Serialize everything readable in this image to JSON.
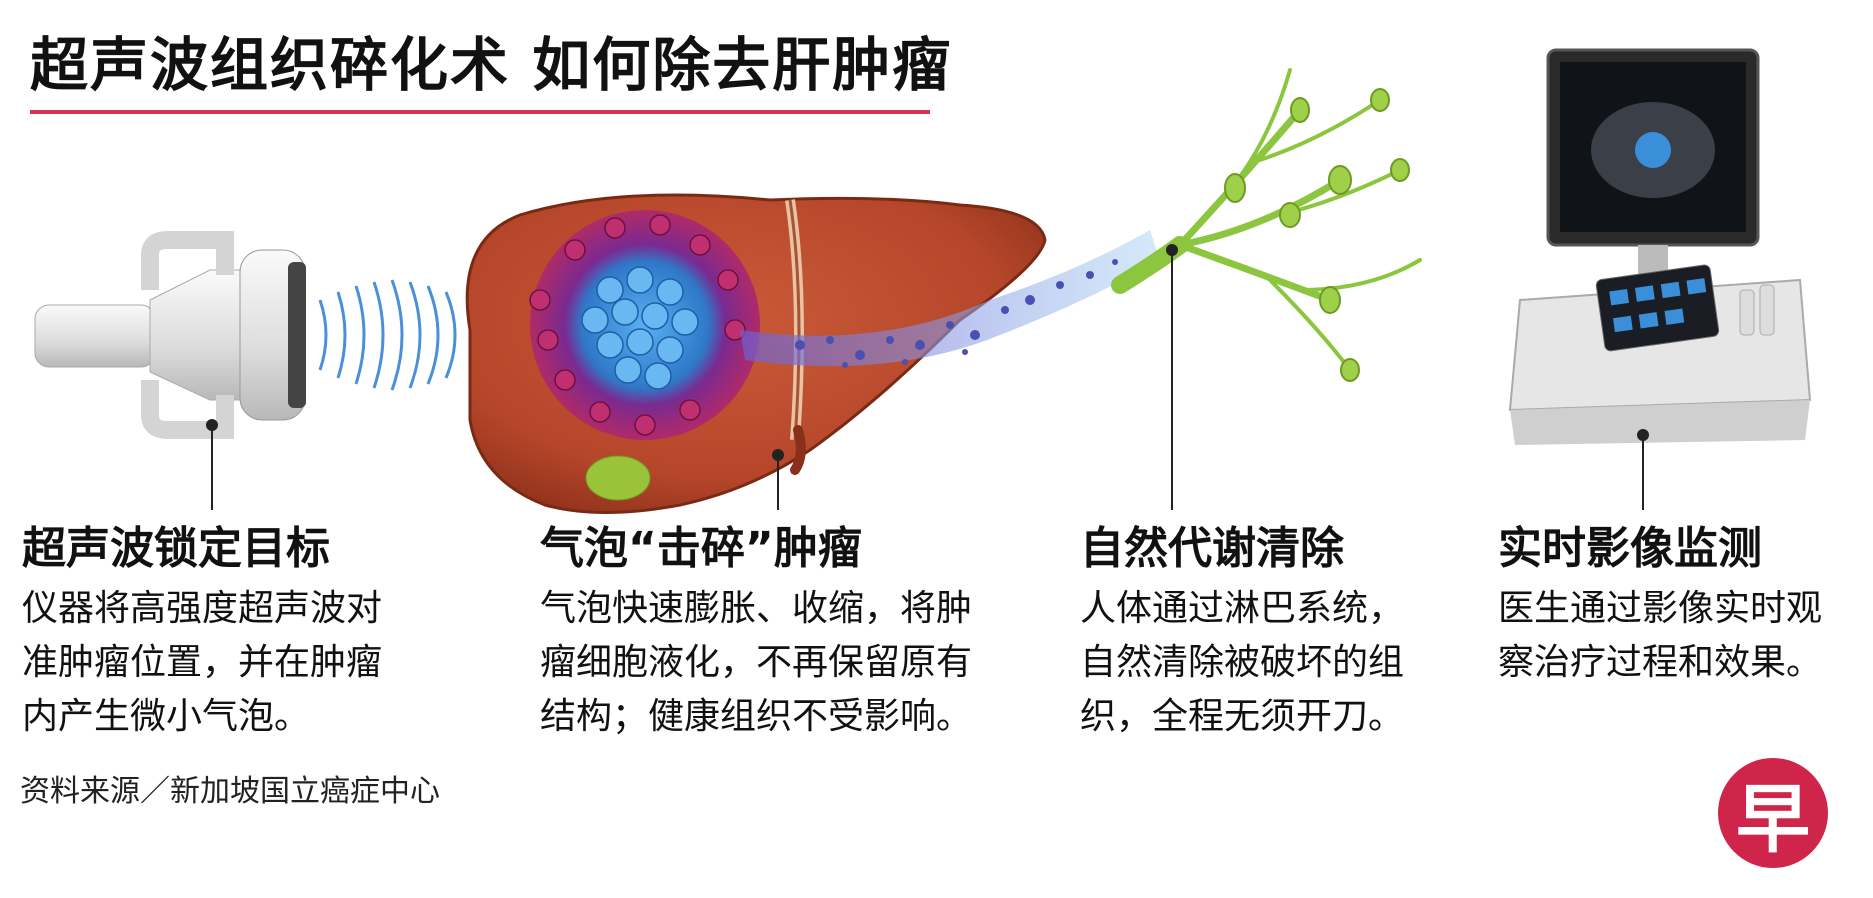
{
  "title": "超声波组织碎化术 如何除去肝肿瘤",
  "steps": [
    {
      "heading": "超声波锁定目标",
      "lines": [
        "仪器将高强度超声波对",
        "准肿瘤位置，并在肿瘤",
        "内产生微小气泡。"
      ]
    },
    {
      "heading": "气泡“击碎”肿瘤",
      "lines": [
        "气泡快速膨胀、收缩，将肿",
        "瘤细胞液化，不再保留原有",
        "结构；健康组织不受影响。"
      ]
    },
    {
      "heading": "自然代谢清除",
      "lines": [
        "人体通过淋巴系统，",
        "自然清除被破坏的组",
        "织，全程无须开刀。"
      ]
    },
    {
      "heading": "实时影像监测",
      "lines": [
        "医生通过影像实时观",
        "察治疗过程和效果。"
      ]
    }
  ],
  "source": "资料来源／新加坡国立癌症中心",
  "logo_text": "早",
  "colors": {
    "accent": "#d1354f",
    "liver": "#b5462a",
    "tumor_core": "#3a8fd8",
    "tumor_ring": "#a02060",
    "lymph": "#8cc63f",
    "logo_bg": "#d0254a"
  }
}
